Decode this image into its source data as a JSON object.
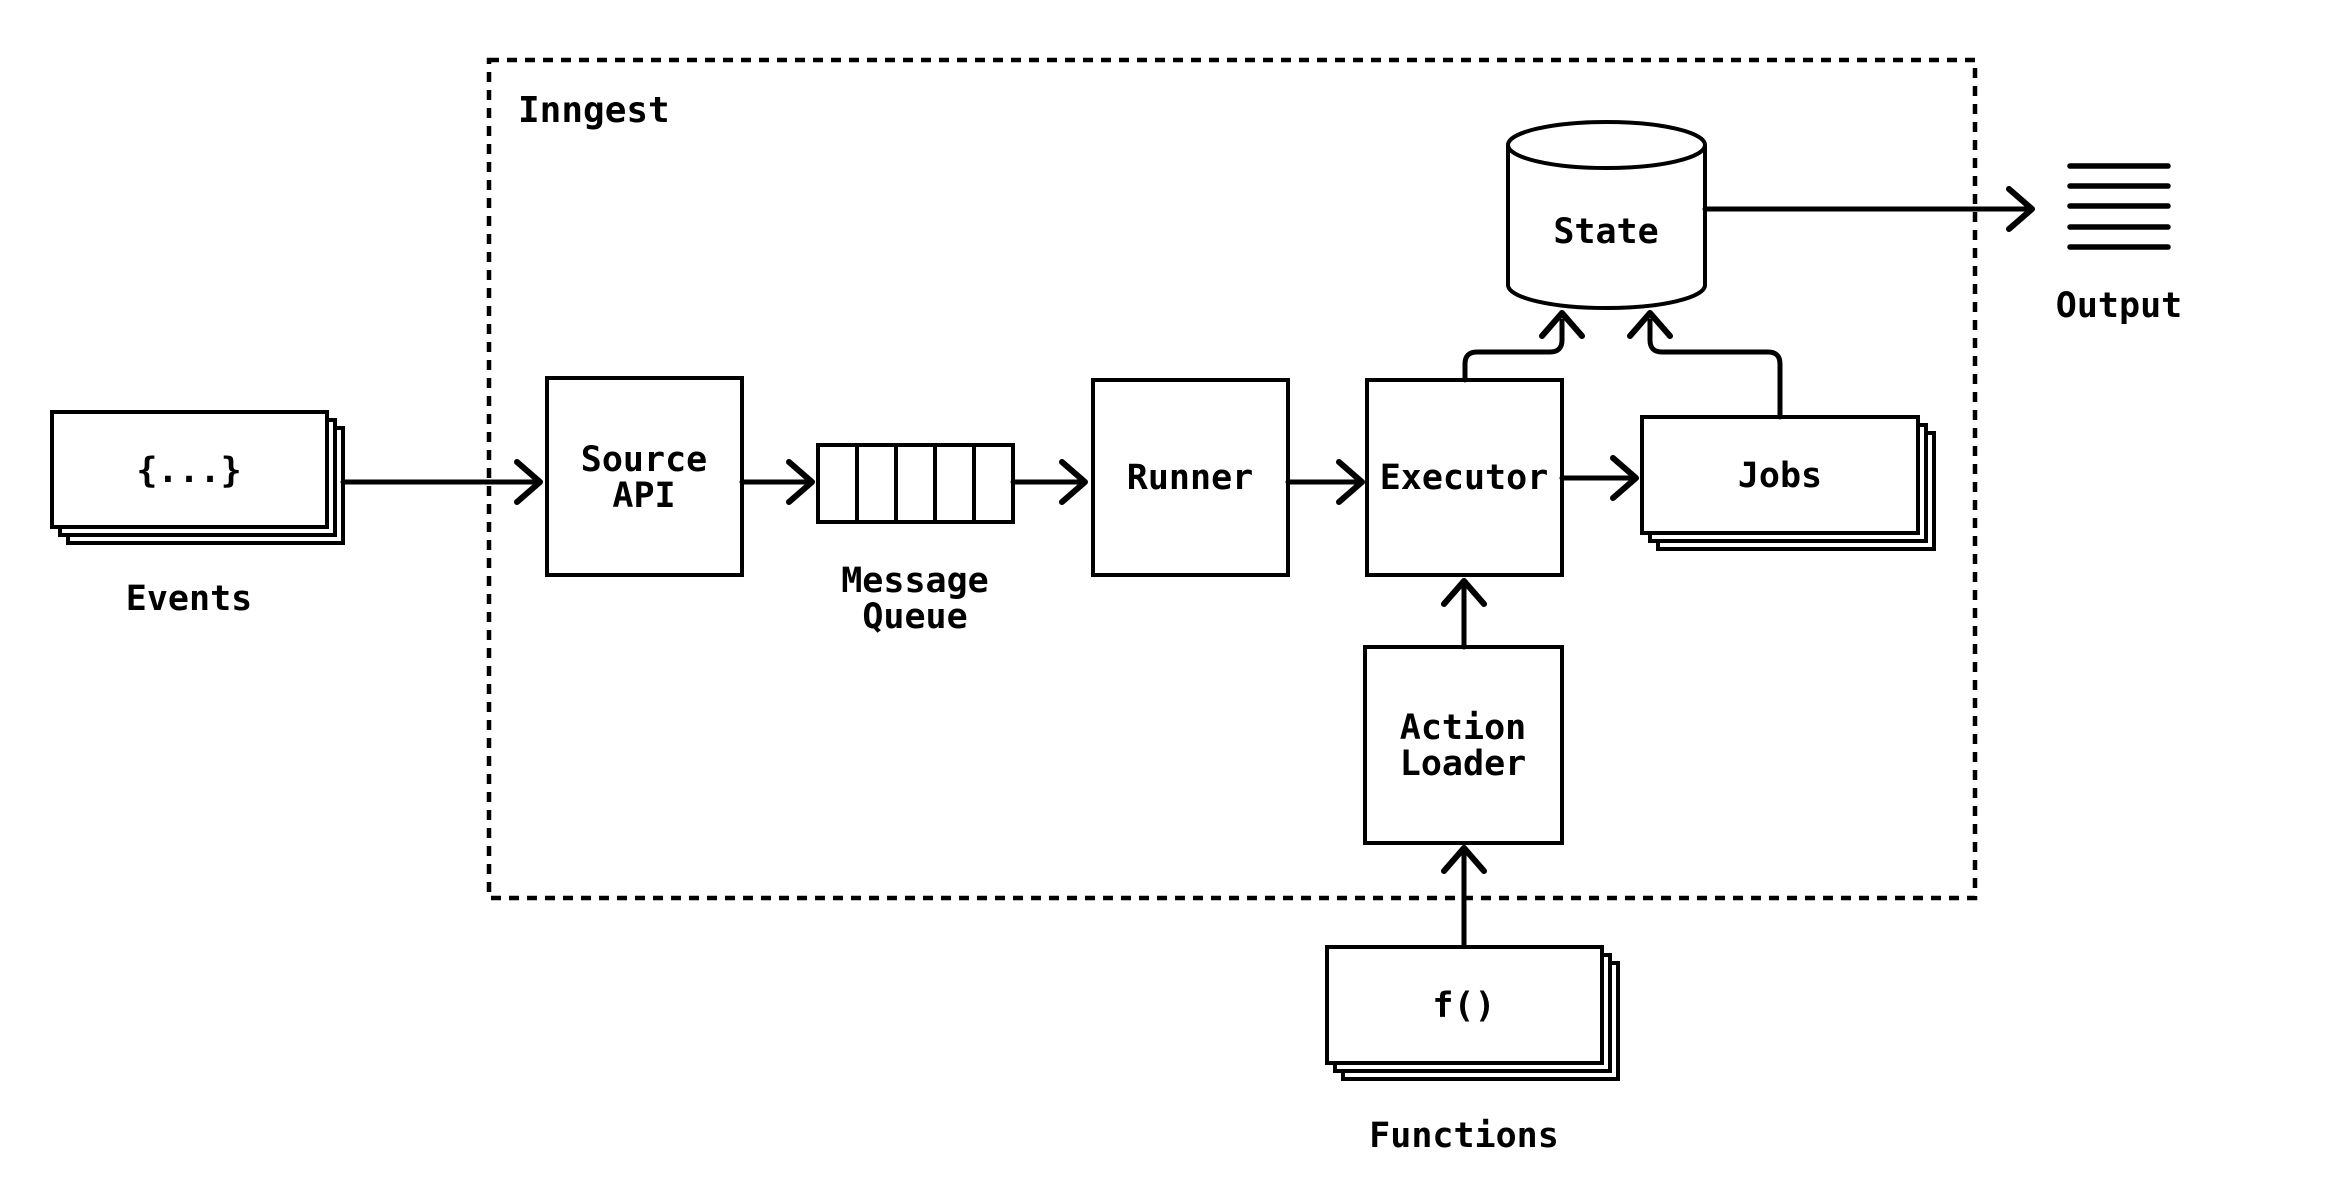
{
  "diagram": {
    "container": {
      "label": "Inngest"
    },
    "nodes": {
      "events": {
        "card_text": "{...}",
        "caption": "Events"
      },
      "source_api": {
        "label_line1": "Source",
        "label_line2": "API"
      },
      "message_queue": {
        "caption_line1": "Message",
        "caption_line2": "Queue"
      },
      "runner": {
        "label": "Runner"
      },
      "executor": {
        "label": "Executor"
      },
      "jobs": {
        "label": "Jobs"
      },
      "state": {
        "label": "State"
      },
      "action_loader": {
        "label_line1": "Action",
        "label_line2": "Loader"
      },
      "functions": {
        "card_text": "f()",
        "caption": "Functions"
      },
      "output": {
        "caption": "Output"
      }
    },
    "colors": {
      "ink": "#000000",
      "background": "#ffffff"
    }
  }
}
